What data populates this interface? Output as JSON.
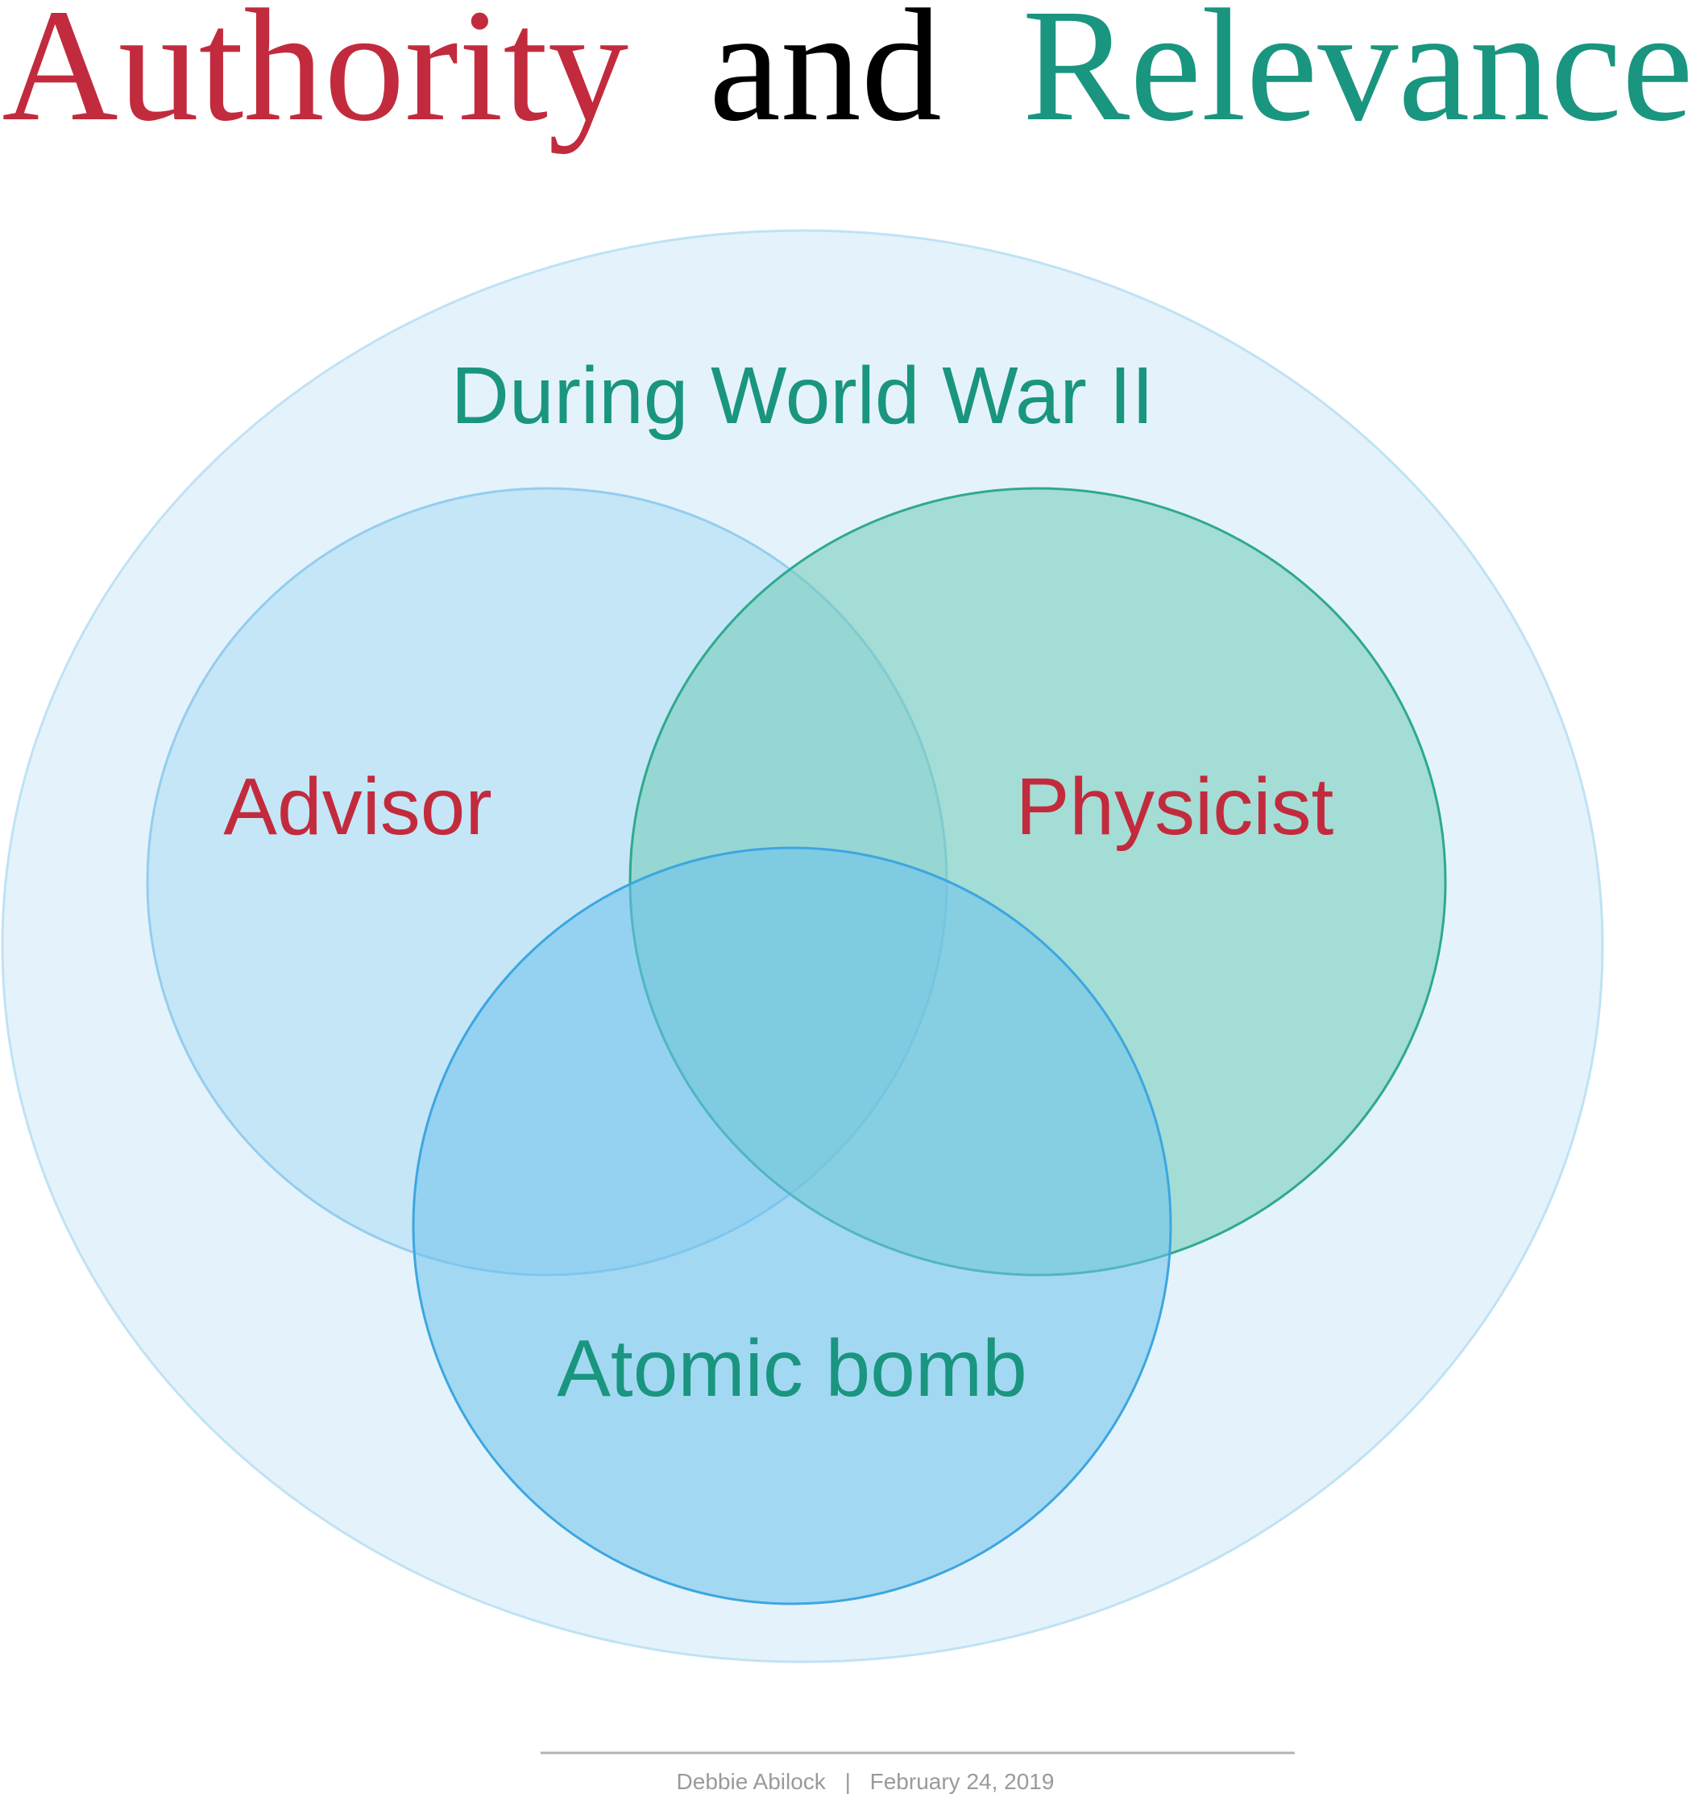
{
  "title": {
    "part1": "Authority",
    "part2": "and",
    "part3": "Relevance",
    "colors": {
      "part1": "#c22b3d",
      "part2": "#000000",
      "part3": "#1a957f"
    }
  },
  "diagram": {
    "context_label": "During World War II",
    "sets": [
      {
        "key": "advisor",
        "label": "Advisor",
        "label_color": "#c22b3d"
      },
      {
        "key": "physicist",
        "label": "Physicist",
        "label_color": "#c22b3d"
      },
      {
        "key": "atomic_bomb",
        "label": "Atomic bomb",
        "label_color": "#1a957f"
      }
    ],
    "colors": {
      "context_label": "#1a957f",
      "outer_fill": "#e4f3fb",
      "outer_stroke": "#bfe2f5",
      "advisor_fill": "#bfe3f6",
      "advisor_stroke": "#94cdee",
      "physicist_fill": "#6fcbb7",
      "physicist_stroke": "#2ea98e",
      "atomic_fill": "#6ec1ec",
      "atomic_stroke": "#3ca6e0"
    }
  },
  "footer": {
    "author": "Debbie Abilock",
    "separator": "|",
    "date": "February 24, 2019",
    "text_color": "#9a9a9a",
    "rule_color": "#b3b3b3"
  }
}
